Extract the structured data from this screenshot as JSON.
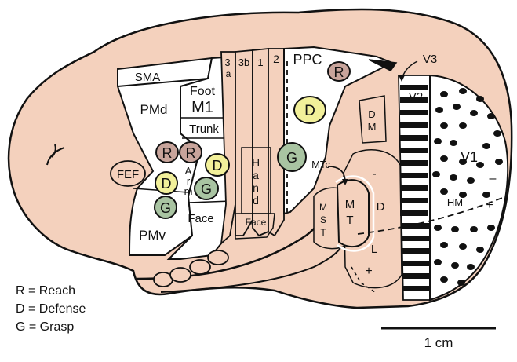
{
  "colors": {
    "brain": "#f4d1bd",
    "outline": "#111111",
    "white_region": "#ffffff",
    "reach": "#c8a49b",
    "defense": "#f2f09a",
    "grasp": "#a9c4a2"
  },
  "areas": {
    "sma": "SMA",
    "pmd": "PMd",
    "pmv": "PMv",
    "fef": "FEF",
    "foot": "Foot",
    "m1": "M1",
    "trunk": "Trunk",
    "arm_a": "A",
    "arm_r": "r",
    "arm_m": "m",
    "face_m1": "Face",
    "area_3": "3",
    "area_a": "a",
    "area_3b": "3b",
    "area_1": "1",
    "area_2": "2",
    "ppc": "PPC",
    "hand_h": "H",
    "hand_a": "a",
    "hand_n": "n",
    "hand_d": "d",
    "face_s1": "Face",
    "mtc": "MTc",
    "dm_d": "D",
    "dm_m": "M",
    "mst_m": "M",
    "mst_s": "S",
    "mst_t": "T",
    "mt_m": "M",
    "mt_t": "T",
    "dl_minus": "-",
    "dl_d": "D",
    "dl_l": "L",
    "dl_plus": "+",
    "v1": "V1",
    "v2": "V2",
    "v3": "V3",
    "v1_minus": "–",
    "v1_plus": "+",
    "hm": "HM"
  },
  "badges": {
    "reach_ppc": "R",
    "defense_ppc": "D",
    "grasp_ppc": "G",
    "reach_pm": "R",
    "reach_m1": "R",
    "defense_m1": "D",
    "defense_pmv": "D",
    "grasp_m1": "G",
    "grasp_pmv": "G"
  },
  "legend": {
    "reach": "R = Reach",
    "defense": "D = Defense",
    "grasp": "G = Grasp"
  },
  "scale_bar": {
    "label": "1 cm"
  }
}
